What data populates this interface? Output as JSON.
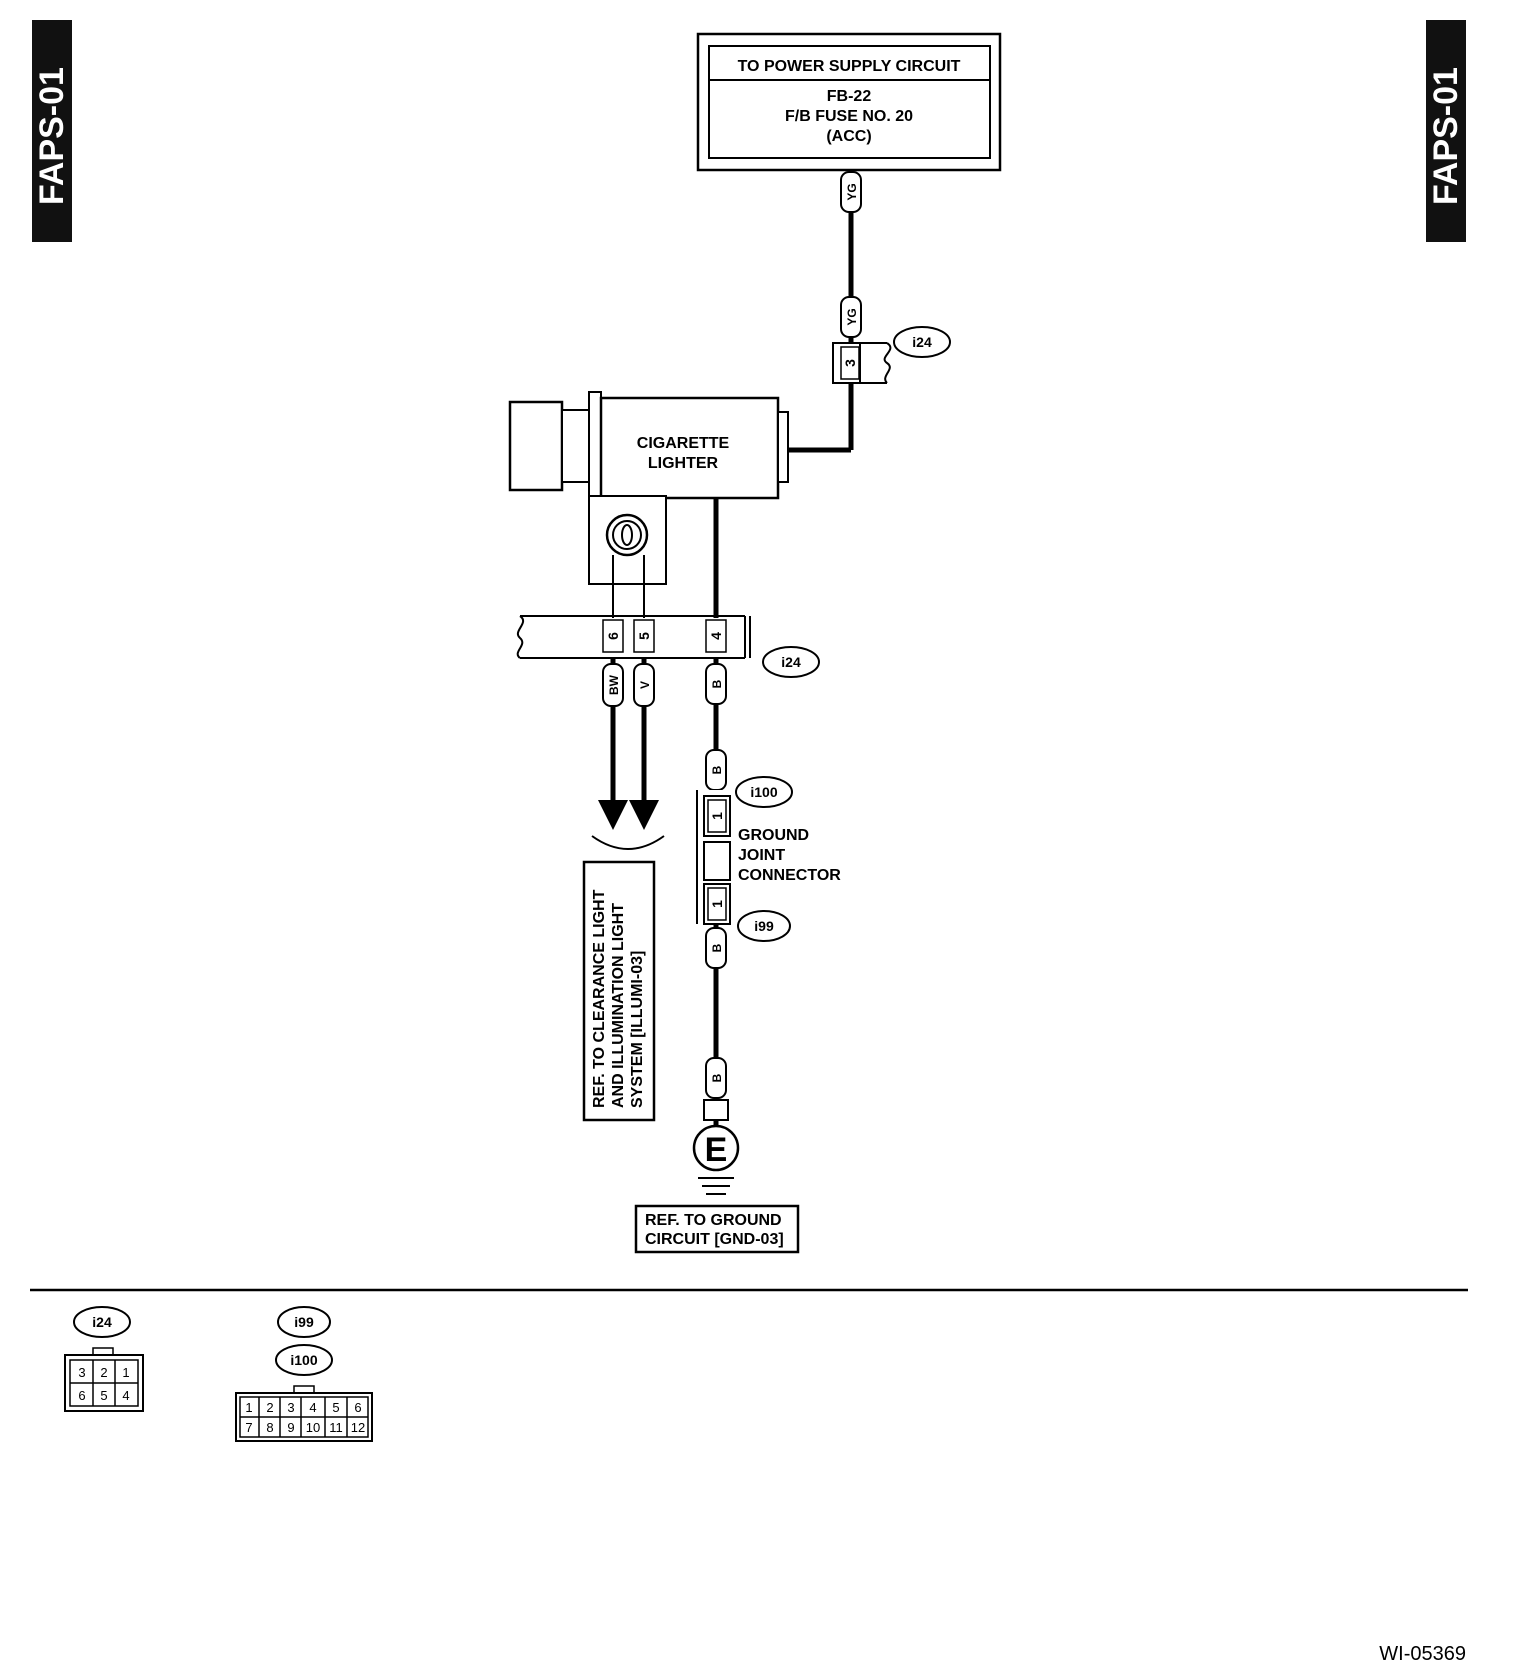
{
  "page_tags": {
    "left": "FAPS-01",
    "right": "FAPS-01"
  },
  "power_box": {
    "header": "TO POWER SUPPLY CIRCUIT",
    "line1": "FB-22",
    "line2": "F/B FUSE NO. 20",
    "line3": "(ACC)"
  },
  "component": {
    "line1": "CIGARETTE",
    "line2": "LIGHTER"
  },
  "wires": {
    "yg_top": "YG",
    "yg_conn": "YG",
    "bw": "BW",
    "v": "V",
    "b1": "B",
    "b2": "B",
    "b3": "B",
    "b4": "B"
  },
  "connectors": {
    "i24_top": "i24",
    "i24_mid": "i24",
    "i100": "i100",
    "i99": "i99"
  },
  "pins": {
    "i24_pin3": "3",
    "i24_pin6": "6",
    "i24_pin5": "5",
    "i24_pin4": "4",
    "i100_pin1": "1",
    "i99_pin1": "1"
  },
  "ground_joint": {
    "line1": "GROUND",
    "line2": "JOINT",
    "line3": "CONNECTOR"
  },
  "ref_illum": {
    "line1": "REF. TO CLEARANCE LIGHT",
    "line2": "AND ILLUMINATION LIGHT",
    "line3": "SYSTEM [ILLUMI-03]"
  },
  "ground_symbol": "E",
  "ref_ground": {
    "line1": "REF. TO GROUND",
    "line2": "CIRCUIT [GND-03]"
  },
  "legend": {
    "i24_label": "i24",
    "i24_pins_row1": [
      "3",
      "2",
      "1"
    ],
    "i24_pins_row2": [
      "6",
      "5",
      "4"
    ],
    "i99_label": "i99",
    "i100_label": "i100",
    "i99_pins_row1": [
      "1",
      "2",
      "3",
      "4",
      "5",
      "6"
    ],
    "i99_pins_row2": [
      "7",
      "8",
      "9",
      "10",
      "11",
      "12"
    ]
  },
  "figure_id": "WI-05369"
}
